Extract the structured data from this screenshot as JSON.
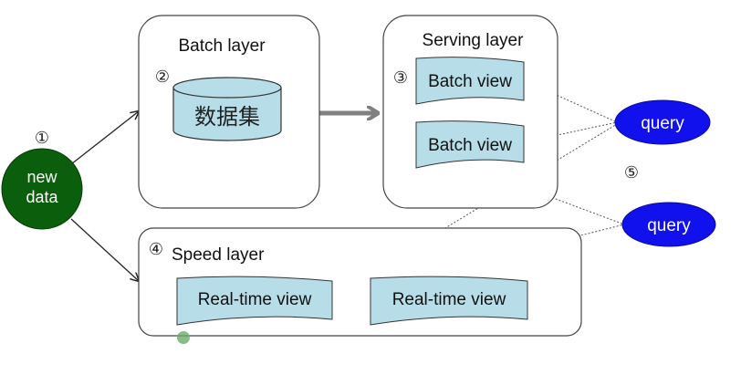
{
  "diagram": {
    "input": {
      "number": "①",
      "line1": "new",
      "line2": "data"
    },
    "batch_layer": {
      "title": "Batch layer",
      "number": "②",
      "dataset": "数据集"
    },
    "serving_layer": {
      "title": "Serving layer",
      "number": "③",
      "view1": "Batch view",
      "view2": "Batch view"
    },
    "speed_layer": {
      "title": "Speed layer",
      "number": "④",
      "view1": "Real-time view",
      "view2": "Real-time view"
    },
    "queries": {
      "number": "⑤",
      "query1": "query",
      "query2": "query"
    },
    "colors": {
      "new_data_fill": "#0b5e0b",
      "query_fill": "#1111ee",
      "view_fill": "#b7dde8",
      "arrow_gray": "#808080"
    }
  }
}
